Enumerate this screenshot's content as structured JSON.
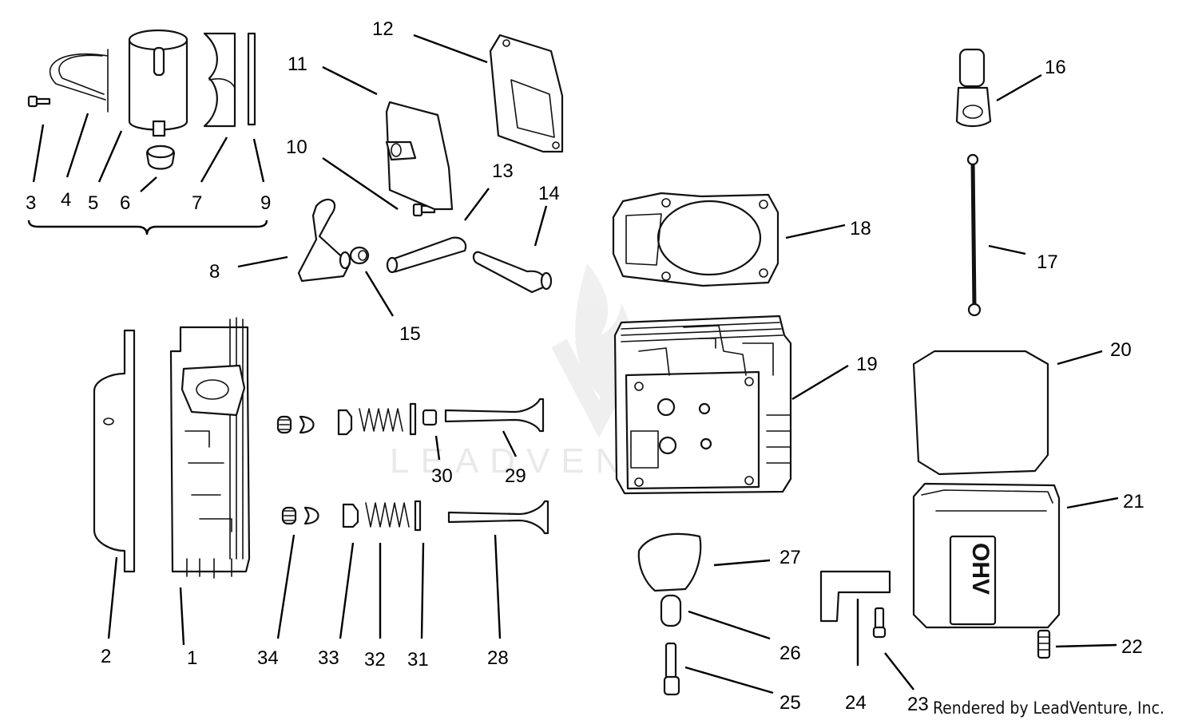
{
  "diagram": {
    "labels": {
      "p1": "1",
      "p2": "2",
      "p3": "3",
      "p4": "4",
      "p5": "5",
      "p6": "6",
      "p7": "7",
      "p8": "8",
      "p9": "9",
      "p10": "10",
      "p11": "11",
      "p12": "12",
      "p13": "13",
      "p14": "14",
      "p15": "15",
      "p16": "16",
      "p17": "17",
      "p18": "18",
      "p19": "19",
      "p20": "20",
      "p21": "21",
      "p22": "22",
      "p23": "23",
      "p24": "24",
      "p25": "25",
      "p26": "26",
      "p27": "27",
      "p28": "28",
      "p29": "29",
      "p30": "30",
      "p31": "31",
      "p32": "32",
      "p33": "33",
      "p34": "34"
    },
    "cover_text": "OHV",
    "watermark": "LEADVENTURE",
    "credit": "Rendered by LeadVenture, Inc."
  }
}
